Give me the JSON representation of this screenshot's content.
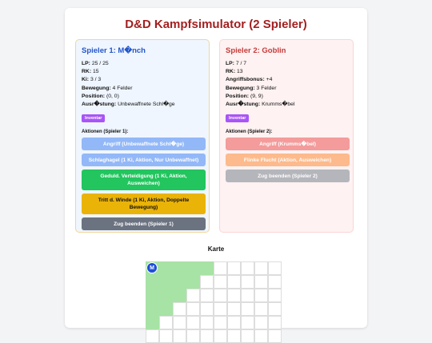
{
  "title": "D&D Kampfsimulator (2 Spieler)",
  "player1": {
    "name": "Spieler 1: M�nch",
    "stats": [
      {
        "label": "LP:",
        "value": "25 / 25"
      },
      {
        "label": "RK:",
        "value": "15"
      },
      {
        "label": "Ki:",
        "value": "3 / 3"
      },
      {
        "label": "Bewegung:",
        "value": "4 Felder"
      },
      {
        "label": "Position:",
        "value": "(0, 0)"
      },
      {
        "label": "Ausr�stung:",
        "value": "Unbewaffnete Schl�ge"
      }
    ],
    "inventory": "Inventar",
    "actions_label": "Aktionen (Spieler 1):",
    "actions": [
      "Angriff (Unbewaffnete Schl�ge)",
      "Schlaghagel (1 Ki, Aktion, Nur Unbewaffnet)",
      "Geduld. Verteidigung (1 Ki, Aktion, Ausweichen)",
      "Tritt d. Winde (1 Ki, Aktion, Doppelte Bewegung)",
      "Zug beenden (Spieler 1)"
    ]
  },
  "player2": {
    "name": "Spieler 2: Goblin",
    "stats": [
      {
        "label": "LP:",
        "value": "7 / 7"
      },
      {
        "label": "RK:",
        "value": "13"
      },
      {
        "label": "Angriffsbonus:",
        "value": "+4"
      },
      {
        "label": "Bewegung:",
        "value": "3 Felder"
      },
      {
        "label": "Position:",
        "value": "(9, 9)"
      },
      {
        "label": "Ausr�stung:",
        "value": "Krumms�bel"
      }
    ],
    "inventory": "Inventar",
    "actions_label": "Aktionen (Spieler 2):",
    "actions": [
      "Angriff (Krumms�bel)",
      "Flinke Flucht (Aktion, Ausweichen)",
      "Zug beenden (Spieler 2)"
    ]
  },
  "map": {
    "title": "Karte",
    "token_p1": "M"
  }
}
